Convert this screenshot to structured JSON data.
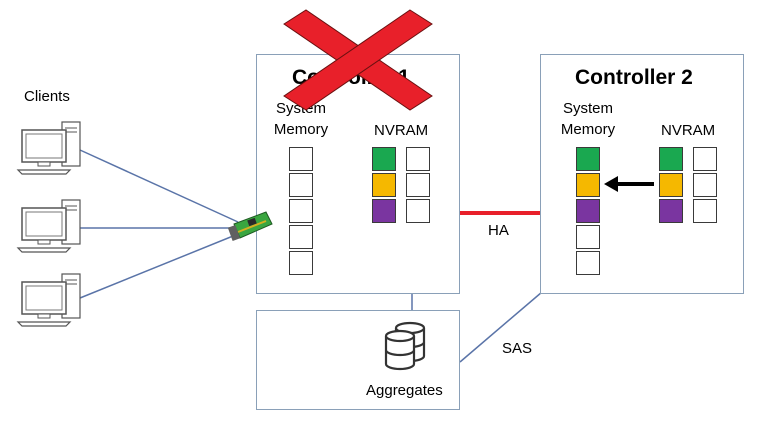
{
  "clients_label": "Clients",
  "controller1": {
    "title": "Controller 1",
    "system_memory_label": "System\nMemory",
    "nvram_label": "NVRAM",
    "failed": true
  },
  "controller2": {
    "title": "Controller 2",
    "system_memory_label": "System\nMemory",
    "nvram_label": "NVRAM"
  },
  "links": {
    "ha_label": "HA",
    "sas_label": "SAS"
  },
  "storage": {
    "aggregates_label": "Aggregates"
  },
  "colors": {
    "green": "#1aa850",
    "orange": "#f5b800",
    "purple": "#7a35a0",
    "ha_line": "#e8202a",
    "line": "#5a74a8",
    "box_border": "#8aa0b8",
    "cross": "#e8202a"
  },
  "icons": [
    "computer-icon",
    "network-card-icon",
    "database-icon",
    "arrow-left-icon",
    "cross-icon"
  ]
}
